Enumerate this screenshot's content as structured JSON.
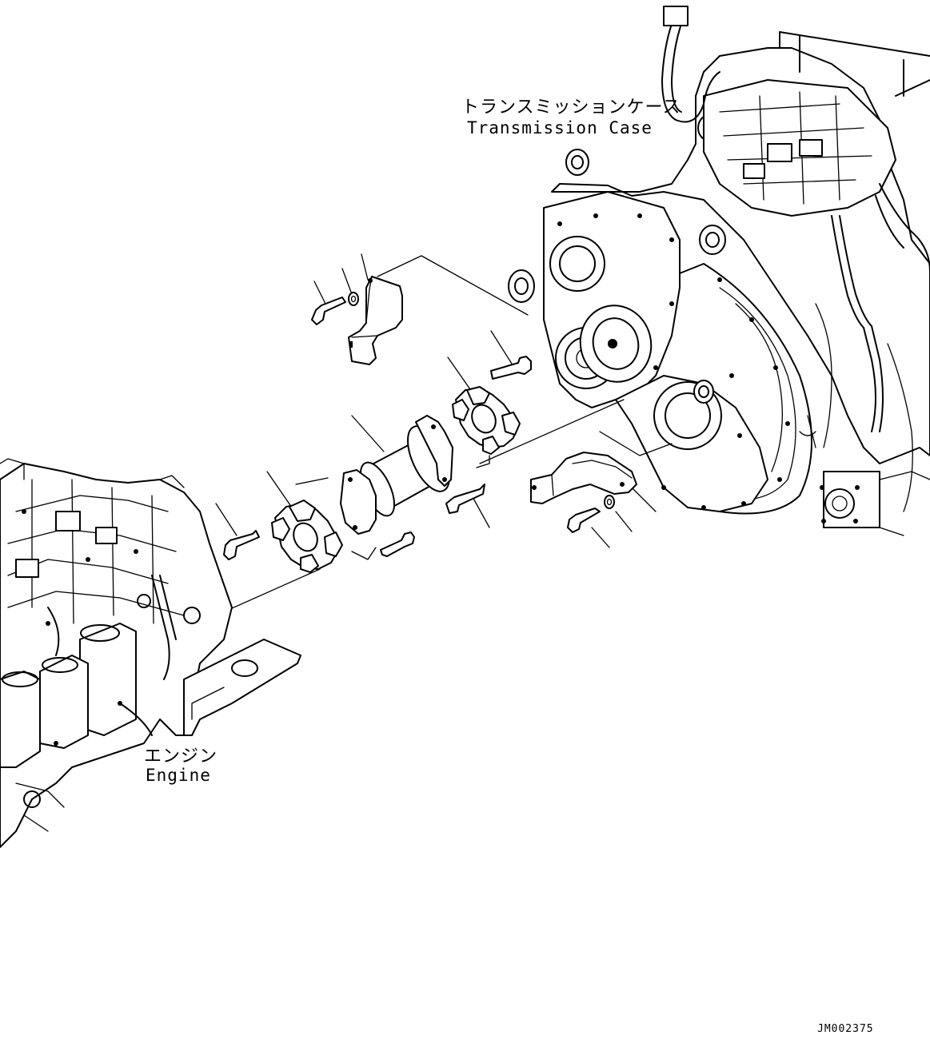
{
  "labels": {
    "transmission_jp": "トランスミッションケース",
    "transmission_en": "Transmission Case",
    "engine_jp": "エンジン",
    "engine_en": "Engine"
  },
  "drawing_id": "JM002375",
  "colors": {
    "line": "#000000",
    "background": "#ffffff"
  }
}
